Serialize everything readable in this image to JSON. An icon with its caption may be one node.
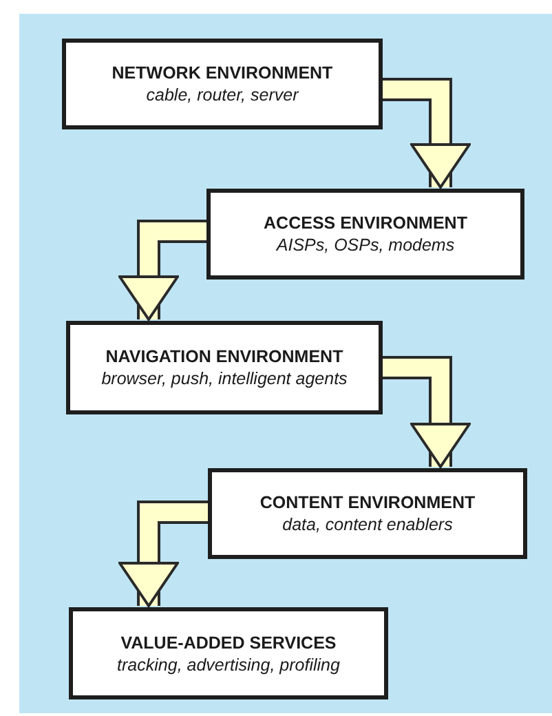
{
  "diagram": {
    "nodes": [
      {
        "text": [
          "NETWORK ENVIRONMENT",
          "cable, router, server"
        ]
      },
      {
        "text": [
          "ACCESS ENVIRONMENT",
          "AISPs, OSPs, modems"
        ]
      },
      {
        "text": [
          "NAVIGATION ENVIRONMENT",
          "browser, push, intelligent agents"
        ]
      },
      {
        "text": [
          "CONTENT ENVIRONMENT",
          "data, content enablers"
        ]
      },
      {
        "text": [
          "VALUE-ADDED SERVICES",
          "tracking, advertising, profiling"
        ]
      }
    ],
    "edges": [
      {
        "from": 0,
        "to": 1,
        "arrow": "to"
      },
      {
        "from": 1,
        "to": 2,
        "arrow": "to"
      },
      {
        "from": 2,
        "to": 3,
        "arrow": "to"
      },
      {
        "from": 3,
        "to": 4,
        "arrow": "to"
      }
    ]
  }
}
